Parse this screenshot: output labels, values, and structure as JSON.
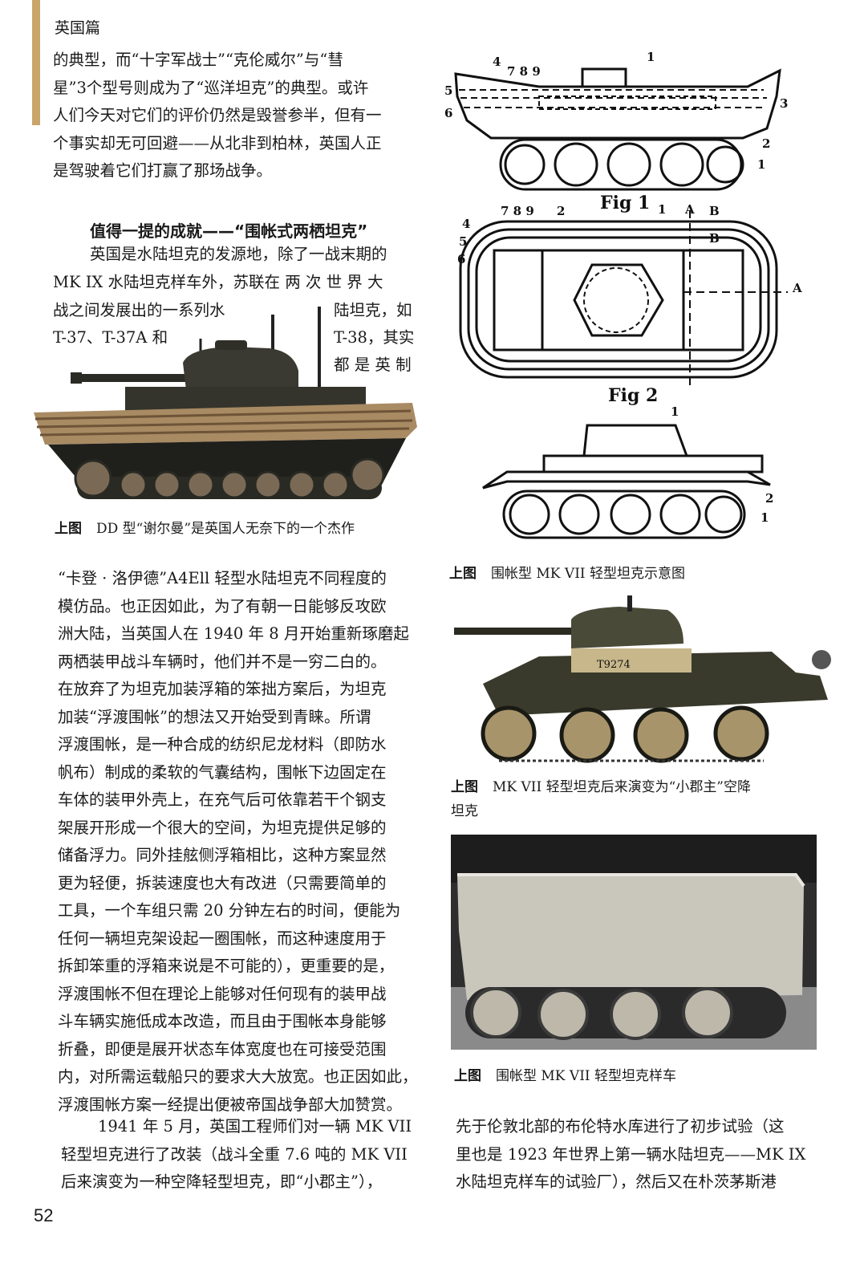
{
  "header": {
    "section": "英国篇"
  },
  "left_top_paragraph": [
    "的典型，而“十字军战士”“克伦威尔”与“彗",
    "星”3个型号则成为了“巡洋坦克”的典型。或许",
    "人们今天对它们的评价仍然是毁誉参半，但有一",
    "个事实却无可回避——从北非到柏林，英国人正",
    "是驾驶着它们打赢了那场战争。"
  ],
  "heading": "值得一提的成就——“围帐式两栖坦克”",
  "wrap_paragraph": {
    "full_lines": [
      "英国是水陆坦克的发源地，除了一战末期的",
      "MK IX 水陆坦克样车外，苏联在 两 次 世 界 大"
    ],
    "left_parts": [
      "战之间发展出的一系列水",
      "T-37、T-37A 和"
    ],
    "right_parts": [
      "陆坦克，如",
      "T-38，其实",
      "都 是 英 制"
    ]
  },
  "left_main_paragraph": [
    "“卡登 · 洛伊德”A4Ell 轻型水陆坦克不同程度的",
    "模仿品。也正因如此，为了有朝一日能够反攻欧",
    "洲大陆，当英国人在 1940 年 8 月开始重新琢磨起",
    "两栖装甲战斗车辆时，他们并不是一穷二白的。",
    "在放弃了为坦克加装浮箱的笨拙方案后，为坦克",
    "加装“浮渡围帐”的想法又开始受到青睐。所谓",
    "浮渡围帐，是一种合成的纺织尼龙材料（即防水",
    "帆布）制成的柔软的气囊结构，围帐下边固定在",
    "车体的装甲外壳上，在充气后可依靠若干个钢支",
    "架展开形成一个很大的空间，为坦克提供足够的",
    "储备浮力。同外挂舷侧浮箱相比，这种方案显然",
    "更为轻便，拆装速度也大有改进（只需要简单的",
    "工具，一个车组只需 20 分钟左右的时间，便能为",
    "任何一辆坦克架设起一圈围帐，而这种速度用于",
    "拆卸笨重的浮箱来说是不可能的），更重要的是，",
    "浮渡围帐不但在理论上能够对任何现有的装甲战",
    "斗车辆实施低成本改造，而且由于围帐本身能够",
    "折叠，即便是展开状态车体宽度也在可接受范围",
    "内，对所需运载船只的要求大大放宽。也正因如此，",
    "浮渡围帐方案一经提出便被帝国战争部大加赞赏。"
  ],
  "left_last_paragraph": [
    "1941 年 5 月，英国工程师们对一辆 MK VII",
    "轻型坦克进行了改装（战斗全重 7.6 吨的 MK VII",
    "后来演变为一种空降轻型坦克，即“小郡主”），"
  ],
  "right_bottom_paragraph": [
    "先于伦敦北部的布伦特水库进行了初步试验（这",
    "里也是 1923 年世界上第一辆水陆坦克——MK IX",
    "水陆坦克样车的试验厂），然后又在朴茨茅斯港"
  ],
  "captions": {
    "prefix": "上图",
    "dd_sherman": "DD 型“谢尔曼”是英国人无奈下的一个杰作",
    "diagram": "围帐型 MK VII 轻型坦克示意图",
    "tetrarch_1": "MK VII 轻型坦克后来演变为“小郡主”空降",
    "tetrarch_2": "坦克",
    "prototype": "围帐型 MK VII 轻型坦克样车"
  },
  "diagram_labels": {
    "fig1": "Fig 1",
    "fig2": "Fig 2",
    "n1": "1",
    "n2": "2",
    "n3": "3",
    "n4": "4",
    "n5": "5",
    "n6": "6",
    "n789": "7 8 9",
    "A": "A",
    "B": "B"
  },
  "tank_markings": {
    "serial": "T9274"
  },
  "page_number": "52"
}
